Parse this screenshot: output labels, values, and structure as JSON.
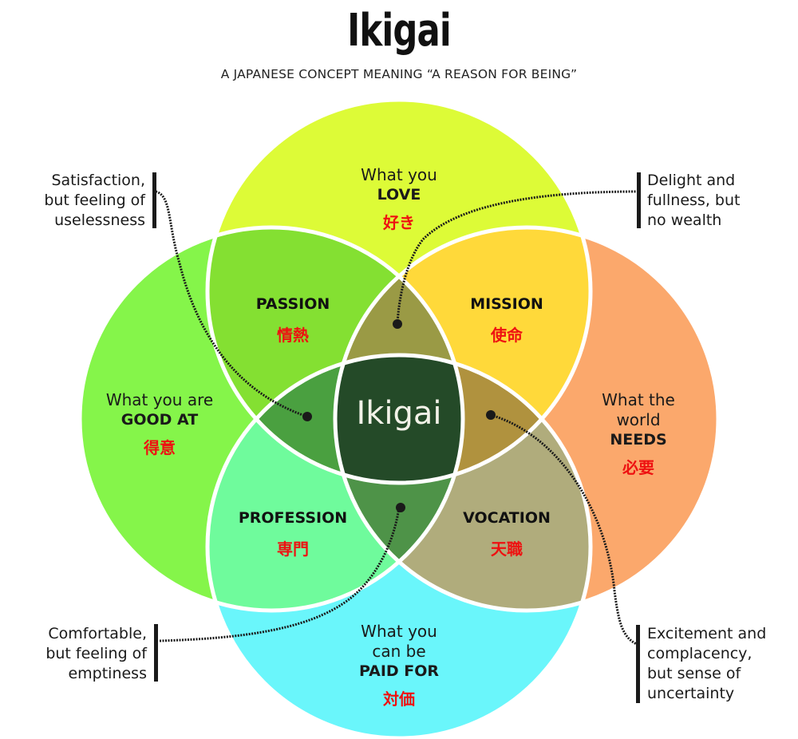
{
  "title": "Ikigai",
  "subtitle": "A JAPANESE CONCEPT MEANING “A REASON FOR BEING”",
  "center": {
    "label": "Ikigai",
    "color": "#244a28"
  },
  "circles": {
    "love": {
      "line1": "What you",
      "bold": "LOVE",
      "japanese": "好き",
      "color": "#ddfb37"
    },
    "good_at": {
      "line1": "What you are",
      "bold": "GOOD AT",
      "japanese": "得意",
      "color": "#85f54a"
    },
    "needs": {
      "line1": "What the",
      "line2": "world",
      "bold": "NEEDS",
      "japanese": "必要",
      "color": "#fba86c"
    },
    "paid_for": {
      "line1": "What you",
      "line2": "can be",
      "bold": "PAID FOR",
      "japanese": "対価",
      "color": "#6af6fb"
    }
  },
  "overlaps": {
    "passion": {
      "label": "PASSION",
      "japanese": "情熱",
      "color": "#84e032"
    },
    "mission": {
      "label": "MISSION",
      "japanese": "使命",
      "color": "#ffd93a"
    },
    "profession": {
      "label": "PROFESSION",
      "japanese": "専門",
      "color": "#6ffb9c"
    },
    "vocation": {
      "label": "VOCATION",
      "japanese": "天職",
      "color": "#b0ac7c"
    }
  },
  "lenses": {
    "top": "#9a9a45",
    "left": "#4aa040",
    "right": "#b0923e",
    "bottom": "#4e9348"
  },
  "notes": {
    "top_left": [
      "Satisfaction,",
      "but feeling of",
      "uselessness"
    ],
    "top_right": [
      "Delight and",
      "fullness, but",
      "no wealth"
    ],
    "bottom_left": [
      "Comfortable,",
      "but feeling of",
      "emptiness"
    ],
    "bottom_right": [
      "Excitement and",
      "complacency,",
      "but sense of",
      "uncertainty"
    ]
  }
}
